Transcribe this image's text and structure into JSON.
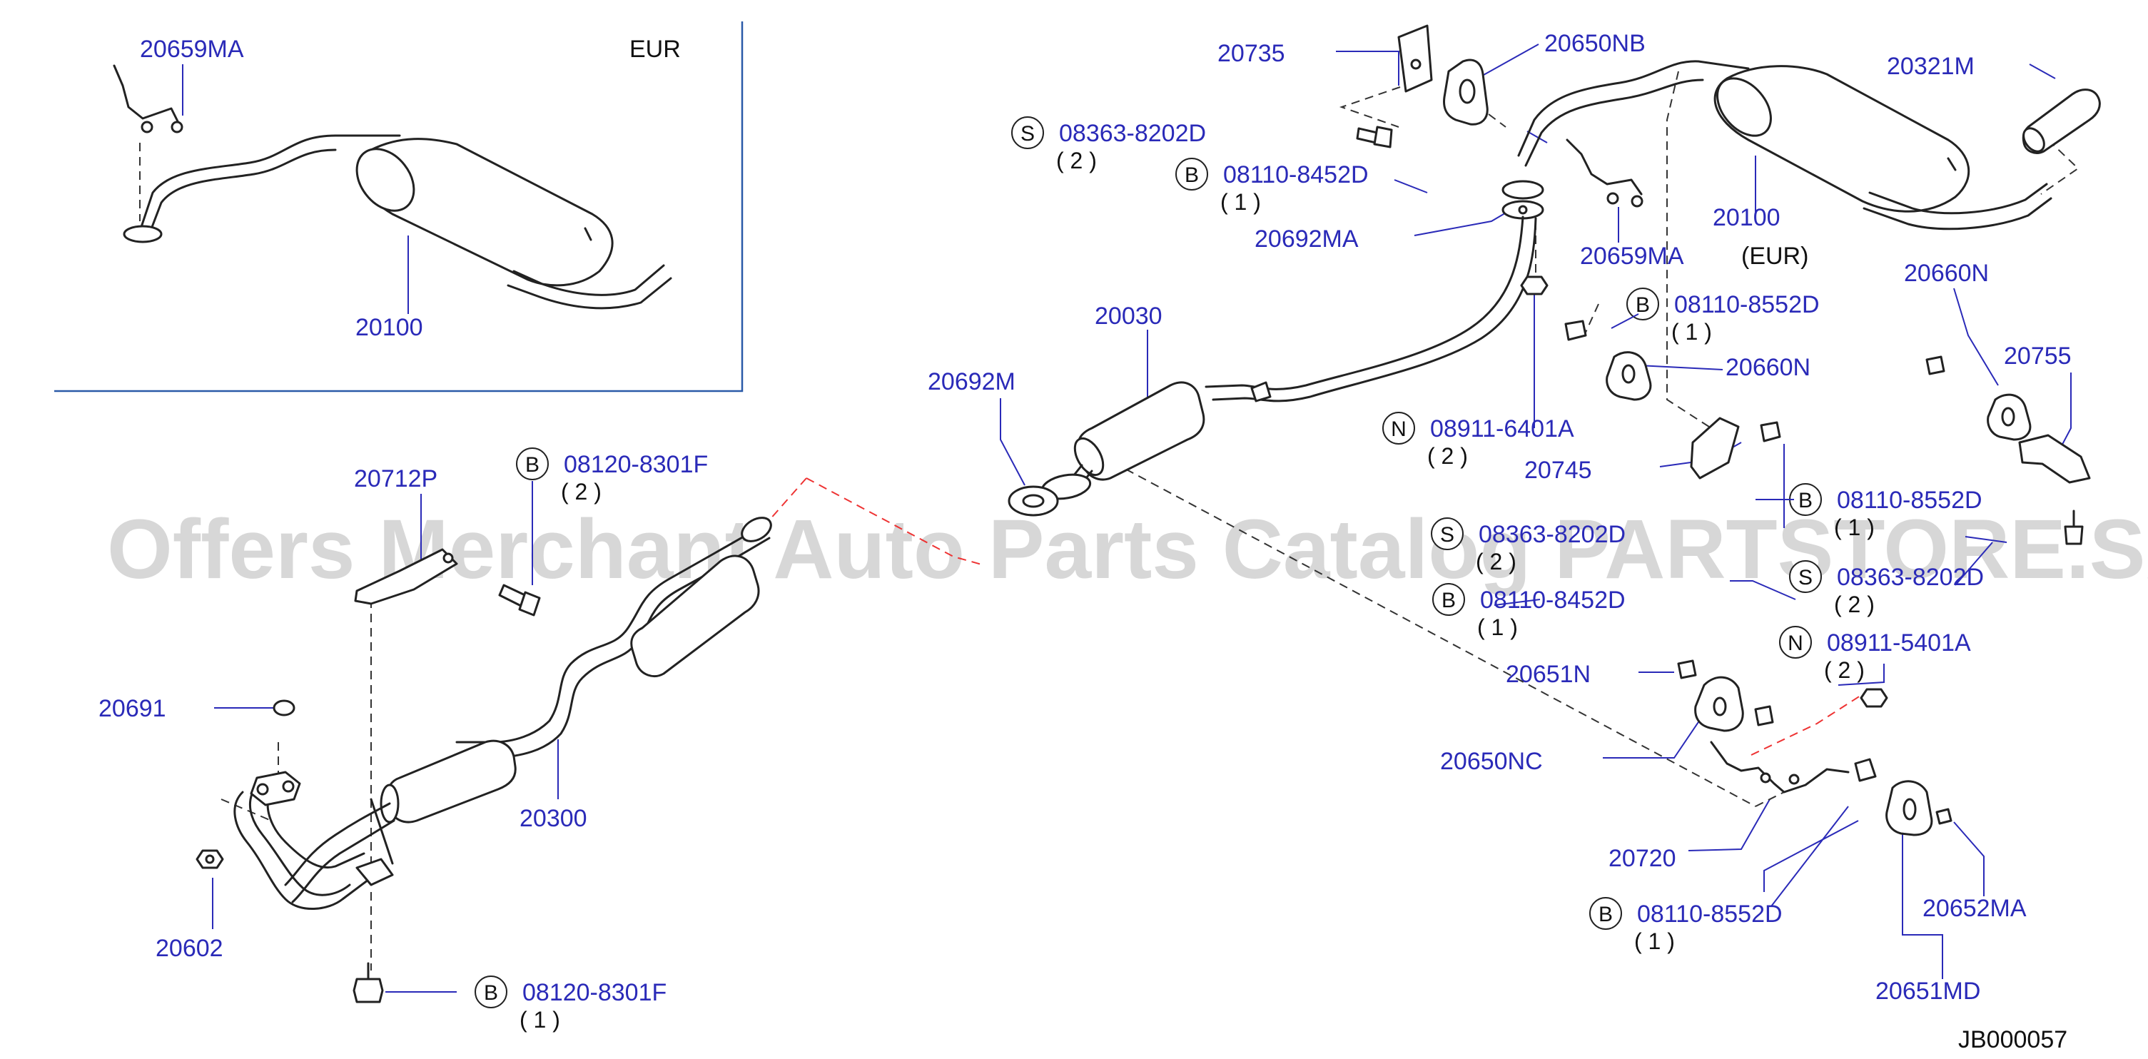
{
  "inset": {
    "region_label": "EUR",
    "p20659MA": "20659MA",
    "p20100": "20100"
  },
  "labels": {
    "p20735": "20735",
    "p20650NB": "20650NB",
    "p20321M": "20321M",
    "p20692MA": "20692MA",
    "p20659MA": "20659MA",
    "p20100": "20100",
    "eur_paren": "(EUR)",
    "p20030": "20030",
    "p20692M": "20692M",
    "p20660N_a": "20660N",
    "p20660N_b": "20660N",
    "p20755": "20755",
    "p20745": "20745",
    "p20712P": "20712P",
    "p20691": "20691",
    "p20300": "20300",
    "p20602": "20602",
    "p20651N": "20651N",
    "p20650NC": "20650NC",
    "p20720": "20720",
    "p20652MA": "20652MA",
    "p20651MD": "20651MD"
  },
  "fasteners": [
    {
      "code": "S",
      "number": "08363-8202D",
      "qty": "( 2 )"
    },
    {
      "code": "B",
      "number": "08110-8452D",
      "qty": "( 1 )"
    },
    {
      "code": "B",
      "number": "08110-8552D",
      "qty": "( 1 )"
    },
    {
      "code": "N",
      "number": "08911-6401A",
      "qty": "( 2 )"
    },
    {
      "code": "B",
      "number": "08120-8301F",
      "qty": "( 2 )"
    },
    {
      "code": "B",
      "number": "08110-8552D",
      "qty": "( 1 )"
    },
    {
      "code": "S",
      "number": "08363-8202D",
      "qty": "( 2 )"
    },
    {
      "code": "S",
      "number": "08363-8202D",
      "qty": "( 2 )"
    },
    {
      "code": "B",
      "number": "08110-8452D",
      "qty": "( 1 )"
    },
    {
      "code": "N",
      "number": "08911-5401A",
      "qty": "( 2 )"
    },
    {
      "code": "B",
      "number": "08110-8552D",
      "qty": "( 1 )"
    },
    {
      "code": "B",
      "number": "08120-8301F",
      "qty": "( 1 )"
    }
  ],
  "watermark": "Offers Merchant Auto Parts Catalog PARTSTORE.SA",
  "diagram_id": "JB000057"
}
